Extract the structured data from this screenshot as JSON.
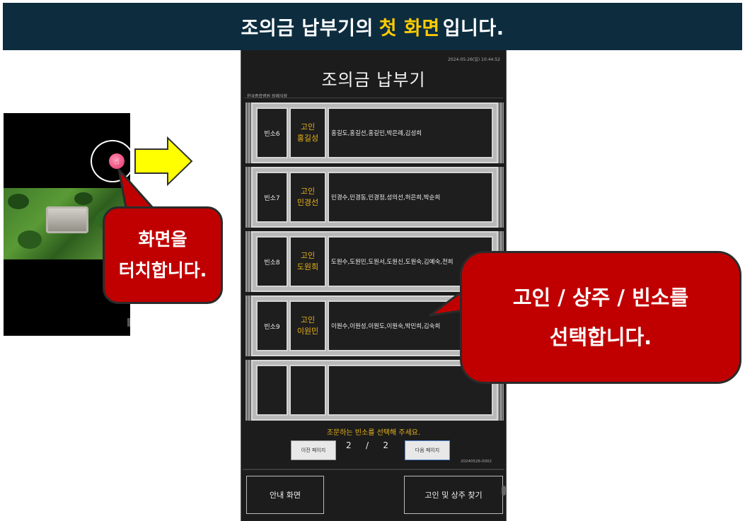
{
  "banner": {
    "title_prefix": "조의금 납부기의",
    "title_highlight": "첫 화면",
    "title_suffix": "입니다."
  },
  "callout_touch": {
    "line1": "화면을",
    "line2": "터치합니다."
  },
  "callout_select": {
    "line1": "고인 / 상주 / 빈소를",
    "line2": "선택합니다."
  },
  "kiosk": {
    "datetime": "2024-05-26(일) 10:44:52",
    "title": "조의금 납부기",
    "venue": "한국종합병원 장례식장",
    "rows": [
      {
        "room": "빈소6",
        "deceased_prefix": "고인",
        "deceased_name": "홍길성",
        "mourners": "홍길도,홍길선,홍길민,박은례,김성희"
      },
      {
        "room": "빈소7",
        "deceased_prefix": "고인",
        "deceased_name": "민경선",
        "mourners": "민경수,민경동,민경정,성의선,허은희,박순희"
      },
      {
        "room": "빈소8",
        "deceased_prefix": "고인",
        "deceased_name": "도원희",
        "mourners": "도원수,도원민,도원서,도원신,도원숙,김예숙,전희"
      },
      {
        "room": "빈소9",
        "deceased_prefix": "고인",
        "deceased_name": "이원민",
        "mourners": "이원수,이원성,이원도,이원숙,박민희,김숙희"
      },
      {
        "room": "",
        "deceased_prefix": "",
        "deceased_name": "",
        "mourners": ""
      }
    ],
    "prompt": "조문하는 빈소를 선택해 주세요.",
    "prev_label": "이전 페이지",
    "next_label": "다음 페이지",
    "page_current": "2",
    "page_sep": "/",
    "page_total": "2",
    "code": "20240526-0002",
    "guide_button": "안내 화면",
    "search_button": "고인 및 상주 찾기"
  },
  "colors": {
    "banner_bg": "#0d2d3f",
    "highlight": "#ffcc00",
    "callout": "#c00000",
    "gold_text": "#e8b21a",
    "arrow": "#ffff00"
  },
  "icons": [
    "touch-indicator-icon",
    "right-arrow-icon"
  ]
}
